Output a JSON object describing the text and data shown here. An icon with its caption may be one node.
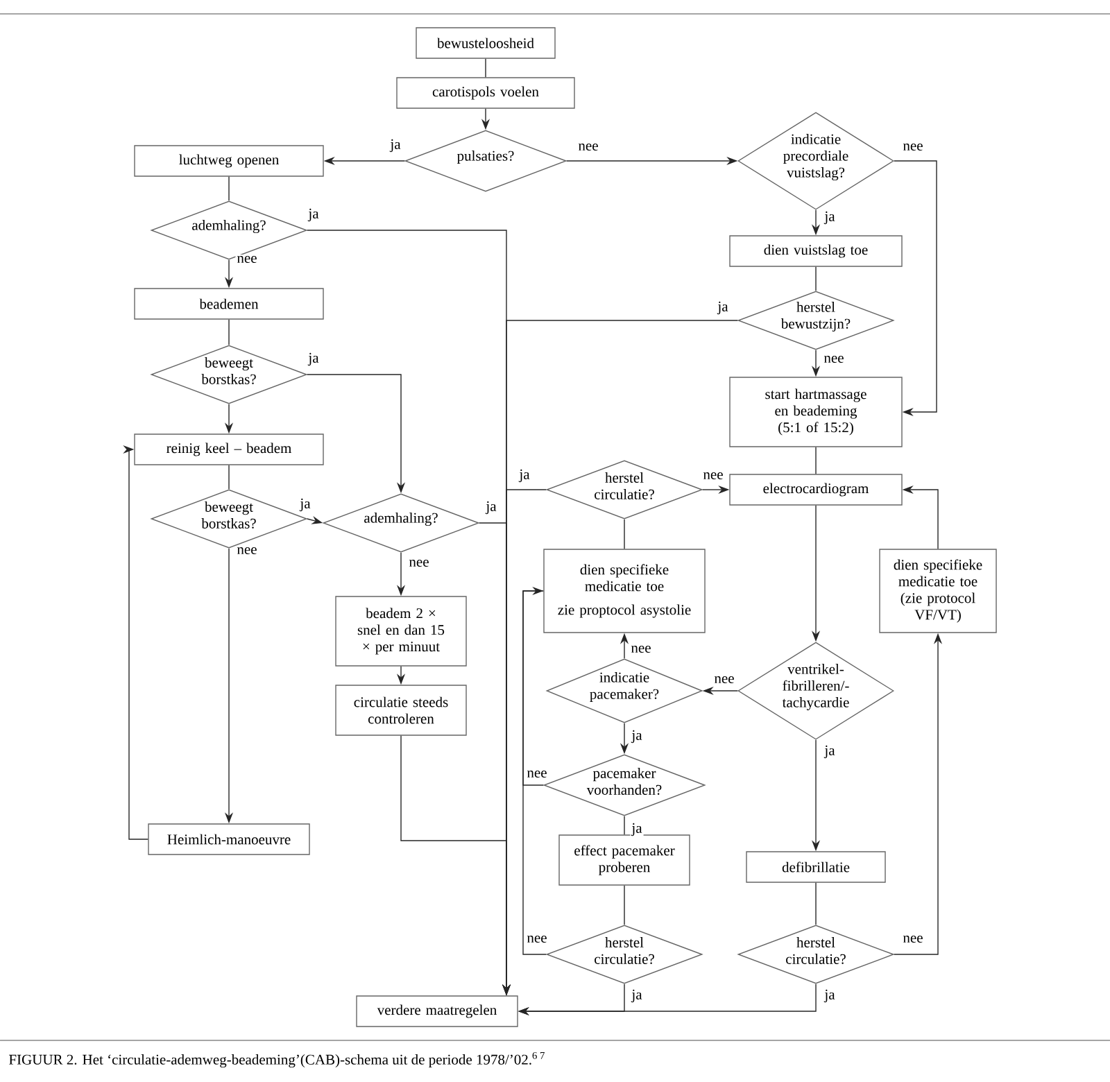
{
  "diagram": {
    "caption": "FIGUUR 2. Het ‘circulatie-ademweg-beademing’(CAB)-schema uit de periode 1978/’02.$^{6 7}$",
    "nodes": [
      {
        "text": [
          "bewusteloosheid"
        ]
      },
      {
        "text": [
          "carotispols voelen"
        ]
      },
      {
        "text": [
          "pulsaties?"
        ]
      },
      {
        "text": [
          "luchtweg openen"
        ]
      },
      {
        "text": [
          "indicatie precordiale vuistslag?"
        ]
      },
      {
        "text": [
          "ademhaling?"
        ]
      },
      {
        "text": [
          "dien vuistslag toe"
        ]
      },
      {
        "text": [
          "beademen"
        ]
      },
      {
        "text": [
          "herstel bewustzijn?"
        ]
      },
      {
        "text": [
          "beweegt borstkas?"
        ]
      },
      {
        "text": [
          "start hartmassage en beademing (5:1 of 15:2)"
        ]
      },
      {
        "text": [
          "reinig keel – beadem"
        ]
      },
      {
        "text": [
          "herstel circulatie?"
        ]
      },
      {
        "text": [
          "electrocardiogram"
        ]
      },
      {
        "text": [
          "beweegt borstkas?"
        ]
      },
      {
        "text": [
          "ademhaling?"
        ]
      },
      {
        "text": [
          "dien specifieke medicatie toe",
          "zie proptocol asystolie"
        ]
      },
      {
        "text": [
          "dien specifieke medicatie toe (zie protocol VF/VT)"
        ]
      },
      {
        "text": [
          "beadem 2 × snel en dan 15 × per minuut"
        ]
      },
      {
        "text": [
          "indicatie pacemaker?"
        ]
      },
      {
        "text": [
          "ventrikel- fibrilleren/- tachycardie"
        ]
      },
      {
        "text": [
          "circulatie steeds controleren"
        ]
      },
      {
        "text": [
          "pacemaker voorhanden?"
        ]
      },
      {
        "text": [
          "Heimlich-manoeuvre"
        ]
      },
      {
        "text": [
          "effect pacemaker proberen"
        ]
      },
      {
        "text": [
          "defibrillatie"
        ]
      },
      {
        "text": [
          "herstel circulatie?"
        ]
      },
      {
        "text": [
          "herstel circulatie?"
        ]
      },
      {
        "text": [
          "verdere maatregelen"
        ]
      }
    ],
    "edges": [
      {
        "from": 0,
        "to": 1,
        "arrow": "none"
      },
      {
        "from": 1,
        "to": 2,
        "arrow": "to"
      },
      {
        "from": 2,
        "to": 3,
        "arrow": "to",
        "label": "ja"
      },
      {
        "from": 2,
        "to": 4,
        "arrow": "to",
        "label": "nee"
      },
      {
        "from": 3,
        "to": 5,
        "arrow": "none"
      },
      {
        "from": 5,
        "to": 7,
        "arrow": "to",
        "label": "nee"
      },
      {
        "from": 5,
        "to": 28,
        "arrow": "to",
        "label": "ja"
      },
      {
        "from": 4,
        "to": 6,
        "arrow": "to",
        "label": "ja"
      },
      {
        "from": 4,
        "to": 10,
        "arrow": "to",
        "label": "nee"
      },
      {
        "from": 6,
        "to": 8,
        "arrow": "none"
      },
      {
        "from": 8,
        "to": 28,
        "arrow": "to",
        "label": "ja"
      },
      {
        "from": 8,
        "to": 10,
        "arrow": "to",
        "label": "nee"
      },
      {
        "from": 7,
        "to": 9,
        "arrow": "none"
      },
      {
        "from": 9,
        "to": 11,
        "arrow": "to"
      },
      {
        "from": 9,
        "to": 15,
        "arrow": "to",
        "label": "ja"
      },
      {
        "from": 11,
        "to": 14,
        "arrow": "none"
      },
      {
        "from": 14,
        "to": 15,
        "arrow": "to",
        "label": "ja"
      },
      {
        "from": 14,
        "to": 23,
        "arrow": "to",
        "label": "nee"
      },
      {
        "from": 23,
        "to": 11,
        "arrow": "to"
      },
      {
        "from": 10,
        "to": 13,
        "arrow": "none"
      },
      {
        "from": 12,
        "to": 28,
        "arrow": "to",
        "label": "ja"
      },
      {
        "from": 12,
        "to": 13,
        "arrow": "to",
        "label": "nee"
      },
      {
        "from": 12,
        "to": 16,
        "arrow": "none"
      },
      {
        "from": 15,
        "to": 28,
        "arrow": "to",
        "label": "ja"
      },
      {
        "from": 15,
        "to": 18,
        "arrow": "to",
        "label": "nee"
      },
      {
        "from": 18,
        "to": 21,
        "arrow": "to"
      },
      {
        "from": 21,
        "to": 28,
        "arrow": "to"
      },
      {
        "from": 13,
        "to": 20,
        "arrow": "to"
      },
      {
        "from": 17,
        "to": 13,
        "arrow": "to"
      },
      {
        "from": 20,
        "to": 19,
        "arrow": "to",
        "label": "nee"
      },
      {
        "from": 20,
        "to": 25,
        "arrow": "to",
        "label": "ja"
      },
      {
        "from": 19,
        "to": 16,
        "arrow": "to",
        "label": "nee"
      },
      {
        "from": 19,
        "to": 22,
        "arrow": "to",
        "label": "ja"
      },
      {
        "from": 22,
        "to": 16,
        "arrow": "to",
        "label": "nee"
      },
      {
        "from": 22,
        "to": 24,
        "arrow": "none",
        "label": "ja"
      },
      {
        "from": 24,
        "to": 26,
        "arrow": "none"
      },
      {
        "from": 26,
        "to": 16,
        "arrow": "none",
        "label": "nee"
      },
      {
        "from": 26,
        "to": 28,
        "arrow": "to",
        "label": "ja"
      },
      {
        "from": 25,
        "to": 27,
        "arrow": "none"
      },
      {
        "from": 27,
        "to": 17,
        "arrow": "to",
        "label": "nee"
      },
      {
        "from": 27,
        "to": 28,
        "arrow": "to",
        "label": "ja"
      }
    ]
  }
}
